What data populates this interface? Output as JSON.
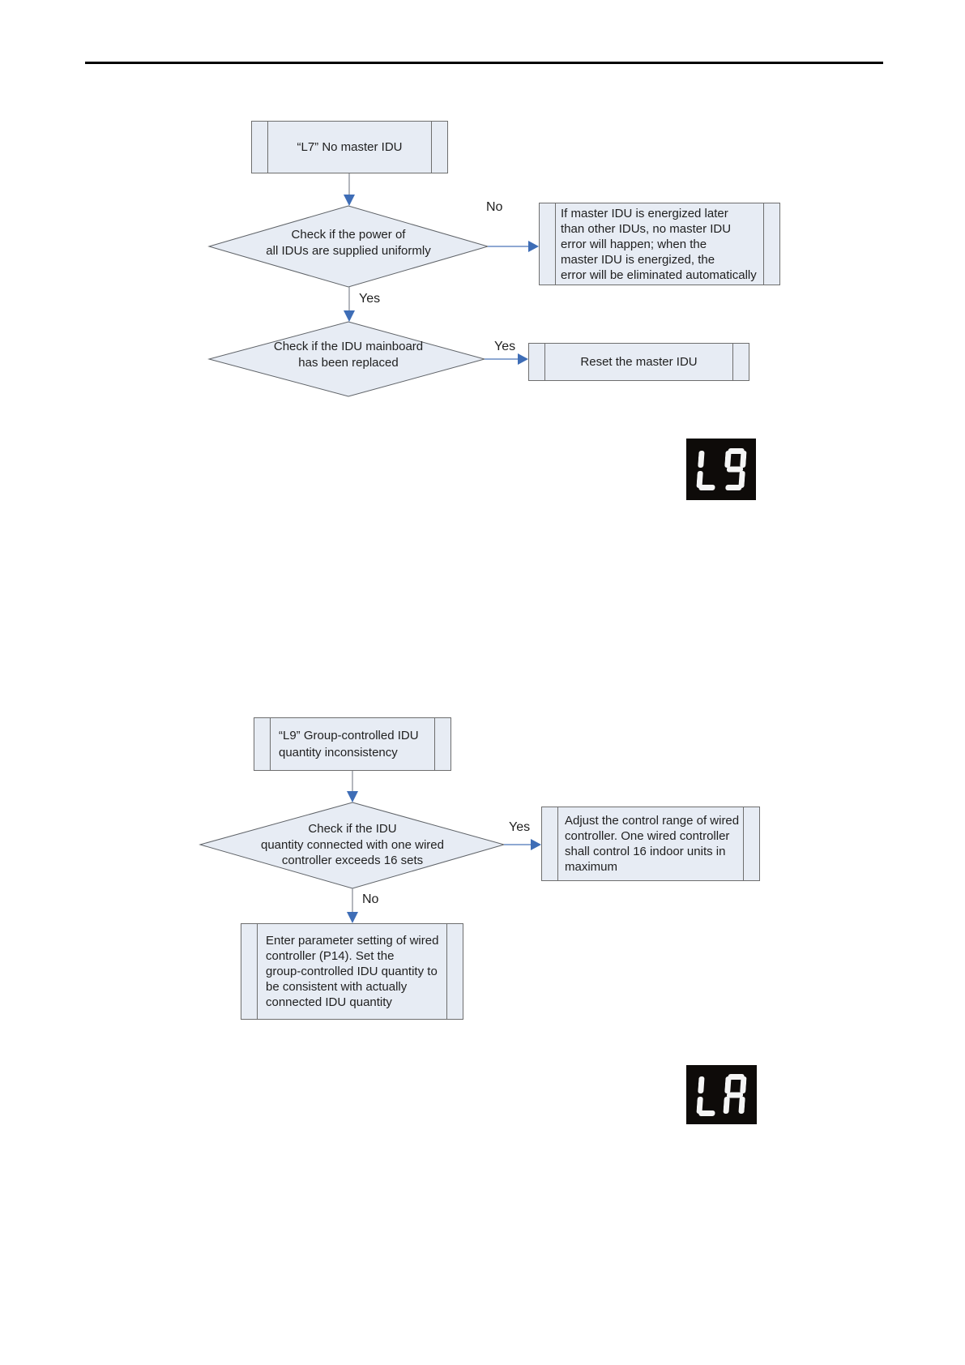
{
  "flowchart_l7": {
    "title": "“L7” No master IDU",
    "decision1": "Check if the power of\nall IDUs are supplied uniformly",
    "no_label": "No",
    "no_result": "If master IDU is energized later\nthan other IDUs, no master IDU\nerror will happen; when the\nmaster IDU is energized, the\nerror will be eliminated automatically",
    "yes_label_down": "Yes",
    "decision2": "Check if the IDU mainboard\nhas been replaced",
    "yes_label_right": "Yes",
    "yes_result": "Reset the master IDU"
  },
  "display_l9": {
    "code": "L9"
  },
  "flowchart_l9": {
    "title": "“L9” Group-controlled IDU\nquantity inconsistency",
    "decision": "Check if the IDU\nquantity connected with one wired\ncontroller exceeds 16 sets",
    "yes_label": "Yes",
    "yes_result": "Adjust the control range of wired\ncontroller. One wired controller\nshall control 16 indoor units in\nmaximum",
    "no_label": "No",
    "no_result": "Enter parameter setting of wired\ncontroller (P14). Set the\ngroup-controlled IDU quantity to\nbe consistent with actually\nconnected IDU quantity"
  },
  "display_la": {
    "code": "LA"
  },
  "colors": {
    "shape_fill": "#e7ecf4",
    "shape_border": "#6e6e6e",
    "arrow_blue": "#3e6db6",
    "connector_gray": "#8b9099",
    "connector_blue": "#4a74b8",
    "segment_bg": "#0e0b09",
    "segment_fg": "#f5f5f5",
    "rule": "#000000"
  }
}
